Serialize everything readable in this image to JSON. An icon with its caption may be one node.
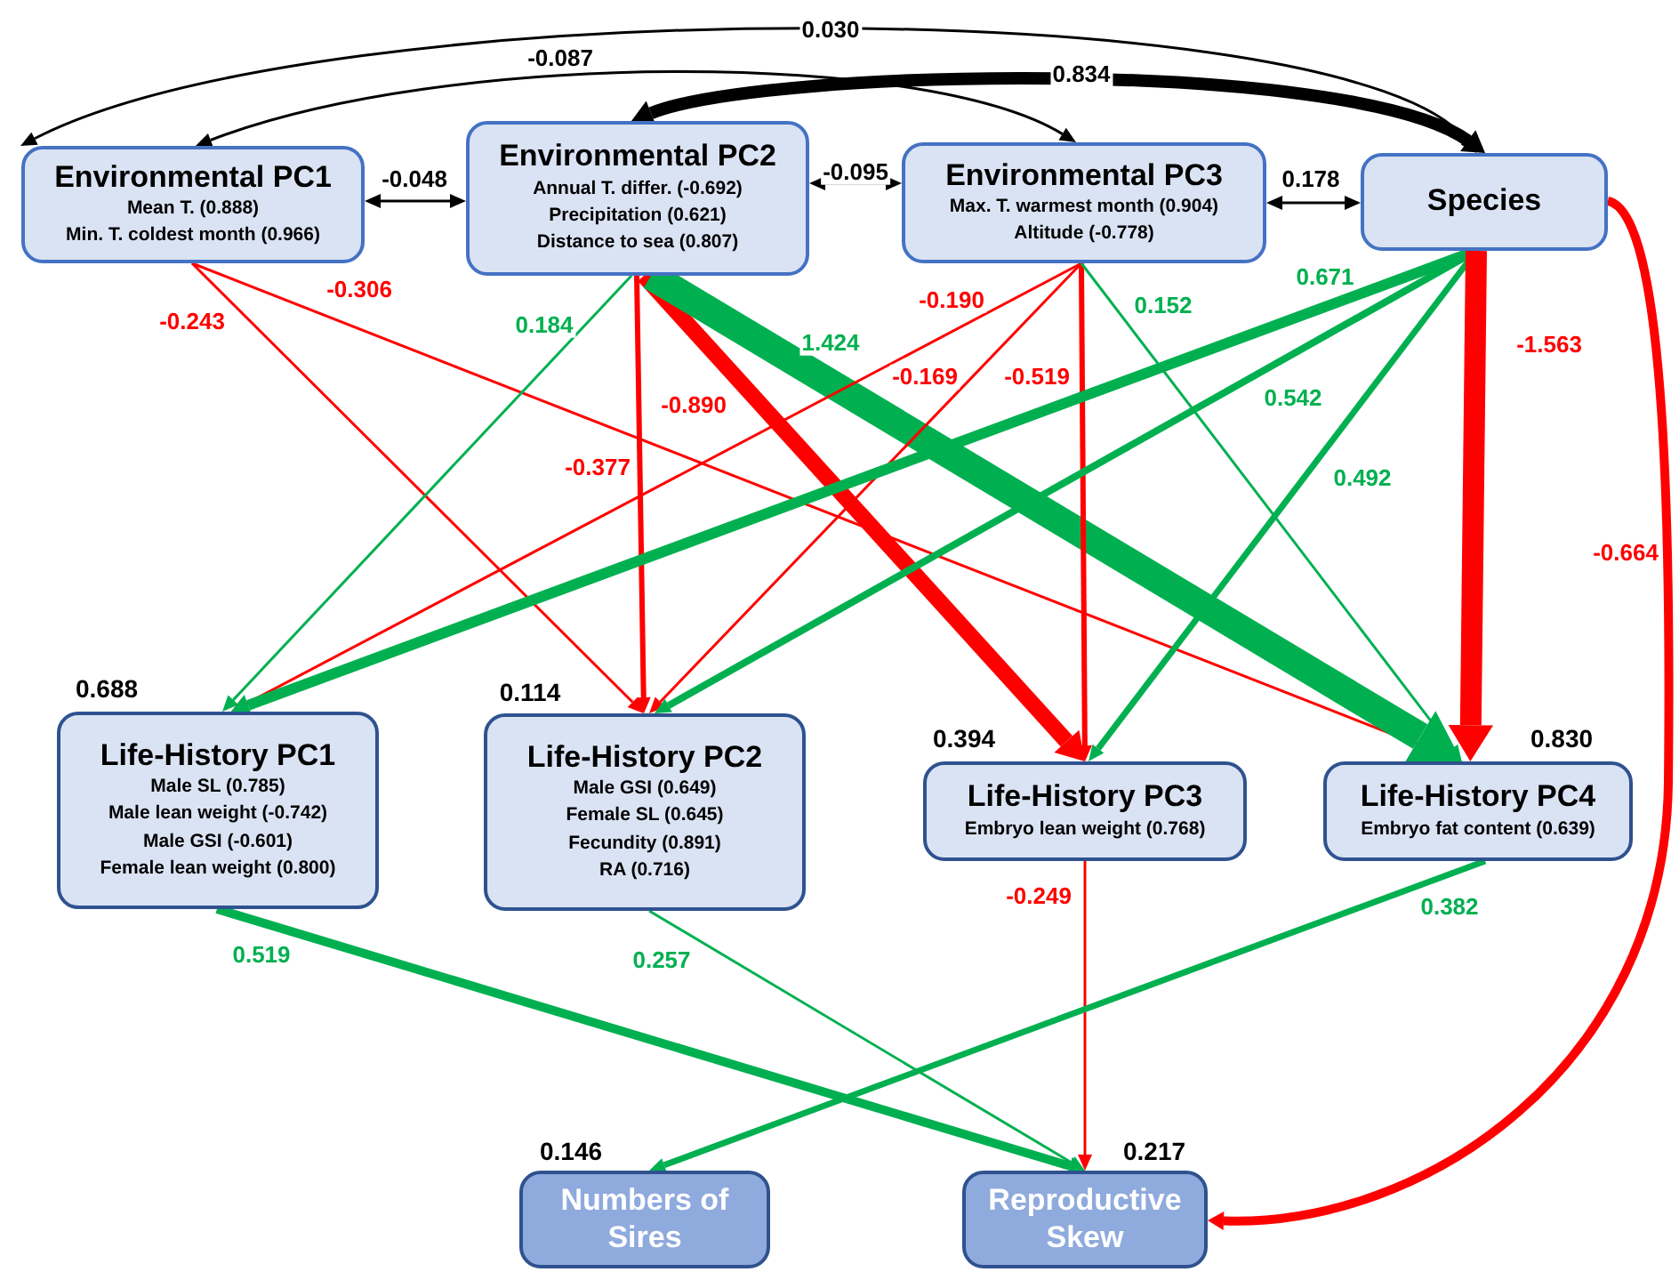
{
  "diagram": {
    "nodes": [
      {
        "text": [
          "Environmental PC1",
          "Mean T. (0.888)",
          "Min. T. coldest month (0.966)"
        ]
      },
      {
        "text": [
          "Environmental PC2",
          "Annual T. differ. (-0.692)",
          "Precipitation (0.621)",
          "Distance to sea (0.807)"
        ]
      },
      {
        "text": [
          "Environmental PC3",
          "Max. T. warmest month (0.904)",
          "Altitude (-0.778)"
        ]
      },
      {
        "text": [
          "Species"
        ]
      },
      {
        "text": [
          "Life-History PC1",
          "Male SL (0.785)",
          "Male lean weight (-0.742)",
          "Male GSI (-0.601)",
          "Female lean weight (0.800)"
        ],
        "beside": [
          "0.688"
        ]
      },
      {
        "text": [
          "Life-History PC2",
          "Male GSI (0.649)",
          "Female SL (0.645)",
          "Fecundity (0.891)",
          "RA (0.716)"
        ],
        "beside": [
          "0.114"
        ]
      },
      {
        "text": [
          "Life-History PC3",
          "Embryo lean weight (0.768)"
        ],
        "beside": [
          "0.394"
        ]
      },
      {
        "text": [
          "Life-History PC4",
          "Embryo fat content (0.639)"
        ],
        "beside": [
          "0.830"
        ]
      },
      {
        "text": [
          "Numbers of Sires"
        ],
        "beside": [
          "0.146"
        ]
      },
      {
        "text": [
          "Reproductive Skew"
        ],
        "beside": [
          "0.217"
        ]
      }
    ],
    "edges": [
      {
        "from": 0,
        "to": 3,
        "arrow": "both",
        "label": "0.030",
        "color": "#000000"
      },
      {
        "from": 0,
        "to": 2,
        "arrow": "both",
        "label": "-0.087",
        "color": "#000000"
      },
      {
        "from": 1,
        "to": 3,
        "arrow": "both",
        "label": "0.834",
        "style": "thick",
        "color": "#000000"
      },
      {
        "from": 0,
        "to": 1,
        "arrow": "both",
        "label": "-0.048",
        "color": "#000000"
      },
      {
        "from": 1,
        "to": 2,
        "arrow": "both",
        "label": "-0.095",
        "color": "#000000"
      },
      {
        "from": 2,
        "to": 3,
        "arrow": "both",
        "label": "0.178",
        "color": "#000000"
      },
      {
        "from": 0,
        "to": 5,
        "arrow": "to",
        "label": "-0.243",
        "color": "#ff0000"
      },
      {
        "from": 0,
        "to": 7,
        "arrow": "to",
        "label": "-0.306",
        "color": "#ff0000"
      },
      {
        "from": 1,
        "to": 4,
        "arrow": "to",
        "label": "0.184",
        "color": "#00b050"
      },
      {
        "from": 1,
        "to": 5,
        "arrow": "to",
        "label": "-0.377",
        "style": "thick",
        "color": "#ff0000"
      },
      {
        "from": 1,
        "to": 6,
        "arrow": "to",
        "label": "-0.890",
        "style": "thick",
        "color": "#ff0000"
      },
      {
        "from": 1,
        "to": 7,
        "arrow": "to",
        "label": "1.424",
        "style": "thick",
        "color": "#00b050"
      },
      {
        "from": 2,
        "to": 4,
        "arrow": "to",
        "label": "-0.190",
        "color": "#ff0000"
      },
      {
        "from": 2,
        "to": 5,
        "arrow": "to",
        "label": "-0.169",
        "color": "#ff0000"
      },
      {
        "from": 2,
        "to": 6,
        "arrow": "to",
        "label": "-0.519",
        "style": "thick",
        "color": "#ff0000"
      },
      {
        "from": 2,
        "to": 7,
        "arrow": "to",
        "label": "0.152",
        "color": "#00b050"
      },
      {
        "from": 3,
        "to": 4,
        "arrow": "to",
        "label": "0.671",
        "style": "thick",
        "color": "#00b050"
      },
      {
        "from": 3,
        "to": 5,
        "arrow": "to",
        "label": "0.542",
        "style": "thick",
        "color": "#00b050"
      },
      {
        "from": 3,
        "to": 6,
        "arrow": "to",
        "label": "0.492",
        "style": "thick",
        "color": "#00b050"
      },
      {
        "from": 3,
        "to": 7,
        "arrow": "to",
        "label": "-1.563",
        "style": "thick",
        "color": "#ff0000"
      },
      {
        "from": 3,
        "to": 9,
        "arrow": "to",
        "label": "-0.664",
        "style": "thick",
        "color": "#ff0000"
      },
      {
        "from": 4,
        "to": 9,
        "arrow": "to",
        "label": "0.519",
        "style": "thick",
        "color": "#00b050"
      },
      {
        "from": 5,
        "to": 9,
        "arrow": "to",
        "label": "0.257",
        "color": "#00b050"
      },
      {
        "from": 6,
        "to": 9,
        "arrow": "to",
        "label": "-0.249",
        "color": "#ff0000"
      },
      {
        "from": 7,
        "to": 8,
        "arrow": "to",
        "label": "0.382",
        "style": "thick",
        "color": "#00b050"
      }
    ]
  }
}
